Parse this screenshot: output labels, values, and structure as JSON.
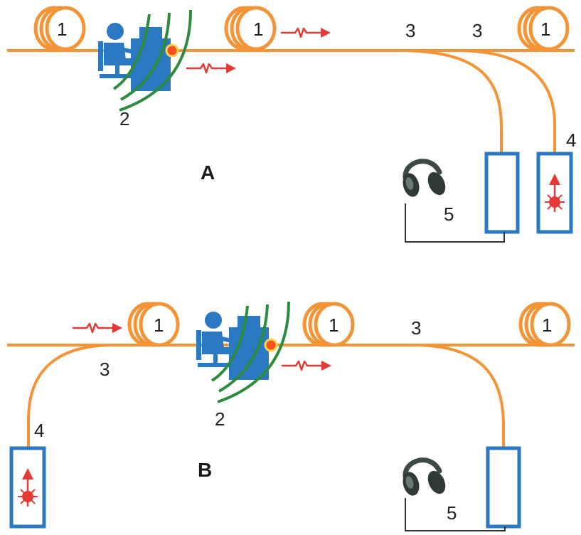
{
  "colors": {
    "fiber": "#F39436",
    "signal": "#E53935",
    "device_blue": "#2A79C2",
    "wave_green": "#2E8B3E",
    "tap_dot_fill": "#F4511E",
    "tap_dot_ring": "#FFD54F",
    "headphones": "#3d4a44",
    "wire": "#333333"
  },
  "panel_a": {
    "label": "A",
    "coils": [
      {
        "label": "1"
      },
      {
        "label": "1"
      },
      {
        "label": "1"
      }
    ],
    "person_label": "2",
    "coupler_labels": [
      "3",
      "3"
    ],
    "laser_label": "4",
    "headphones_label": "5",
    "icons": [
      "fiber-coil-icon",
      "eavesdropper-icon",
      "signal-arrow-icon",
      "laser-source-icon",
      "headphones-icon",
      "receiver-icon"
    ]
  },
  "panel_b": {
    "label": "B",
    "coils": [
      {
        "label": "1"
      },
      {
        "label": "1"
      },
      {
        "label": "1"
      }
    ],
    "person_label": "2",
    "coupler_labels": [
      "3",
      "3"
    ],
    "laser_label": "4",
    "headphones_label": "5",
    "icons": [
      "fiber-coil-icon",
      "eavesdropper-icon",
      "signal-arrow-icon",
      "laser-source-icon",
      "headphones-icon",
      "receiver-icon"
    ]
  }
}
